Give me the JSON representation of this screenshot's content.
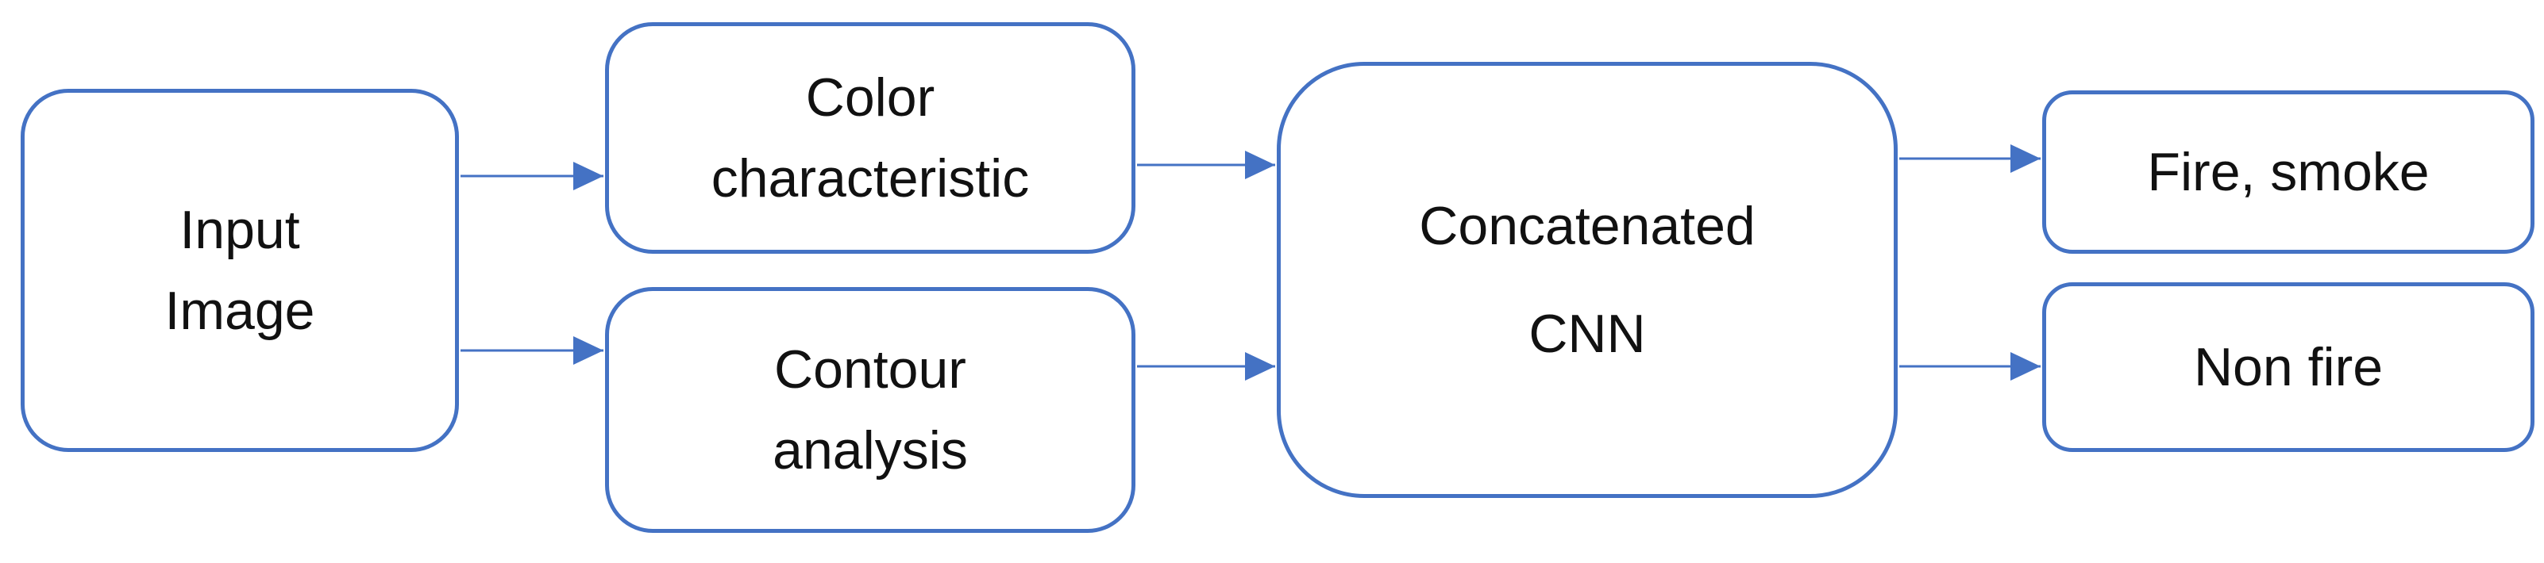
{
  "diagram": {
    "nodes": {
      "input": {
        "lines": [
          "Input",
          "Image"
        ]
      },
      "color": {
        "lines": [
          "Color",
          "characteristic"
        ]
      },
      "contour": {
        "lines": [
          "Contour",
          "analysis"
        ]
      },
      "cnn": {
        "lines": [
          "Concatenated",
          "CNN"
        ]
      },
      "fire": {
        "lines": [
          "Fire, smoke"
        ]
      },
      "nonfire": {
        "lines": [
          "Non fire"
        ]
      }
    },
    "edges": [
      {
        "from": "input",
        "to": "color"
      },
      {
        "from": "input",
        "to": "contour"
      },
      {
        "from": "color",
        "to": "cnn"
      },
      {
        "from": "contour",
        "to": "cnn"
      },
      {
        "from": "cnn",
        "to": "fire"
      },
      {
        "from": "cnn",
        "to": "nonfire"
      }
    ],
    "colors": {
      "stroke": "#4472C4",
      "text": "#111111"
    }
  }
}
